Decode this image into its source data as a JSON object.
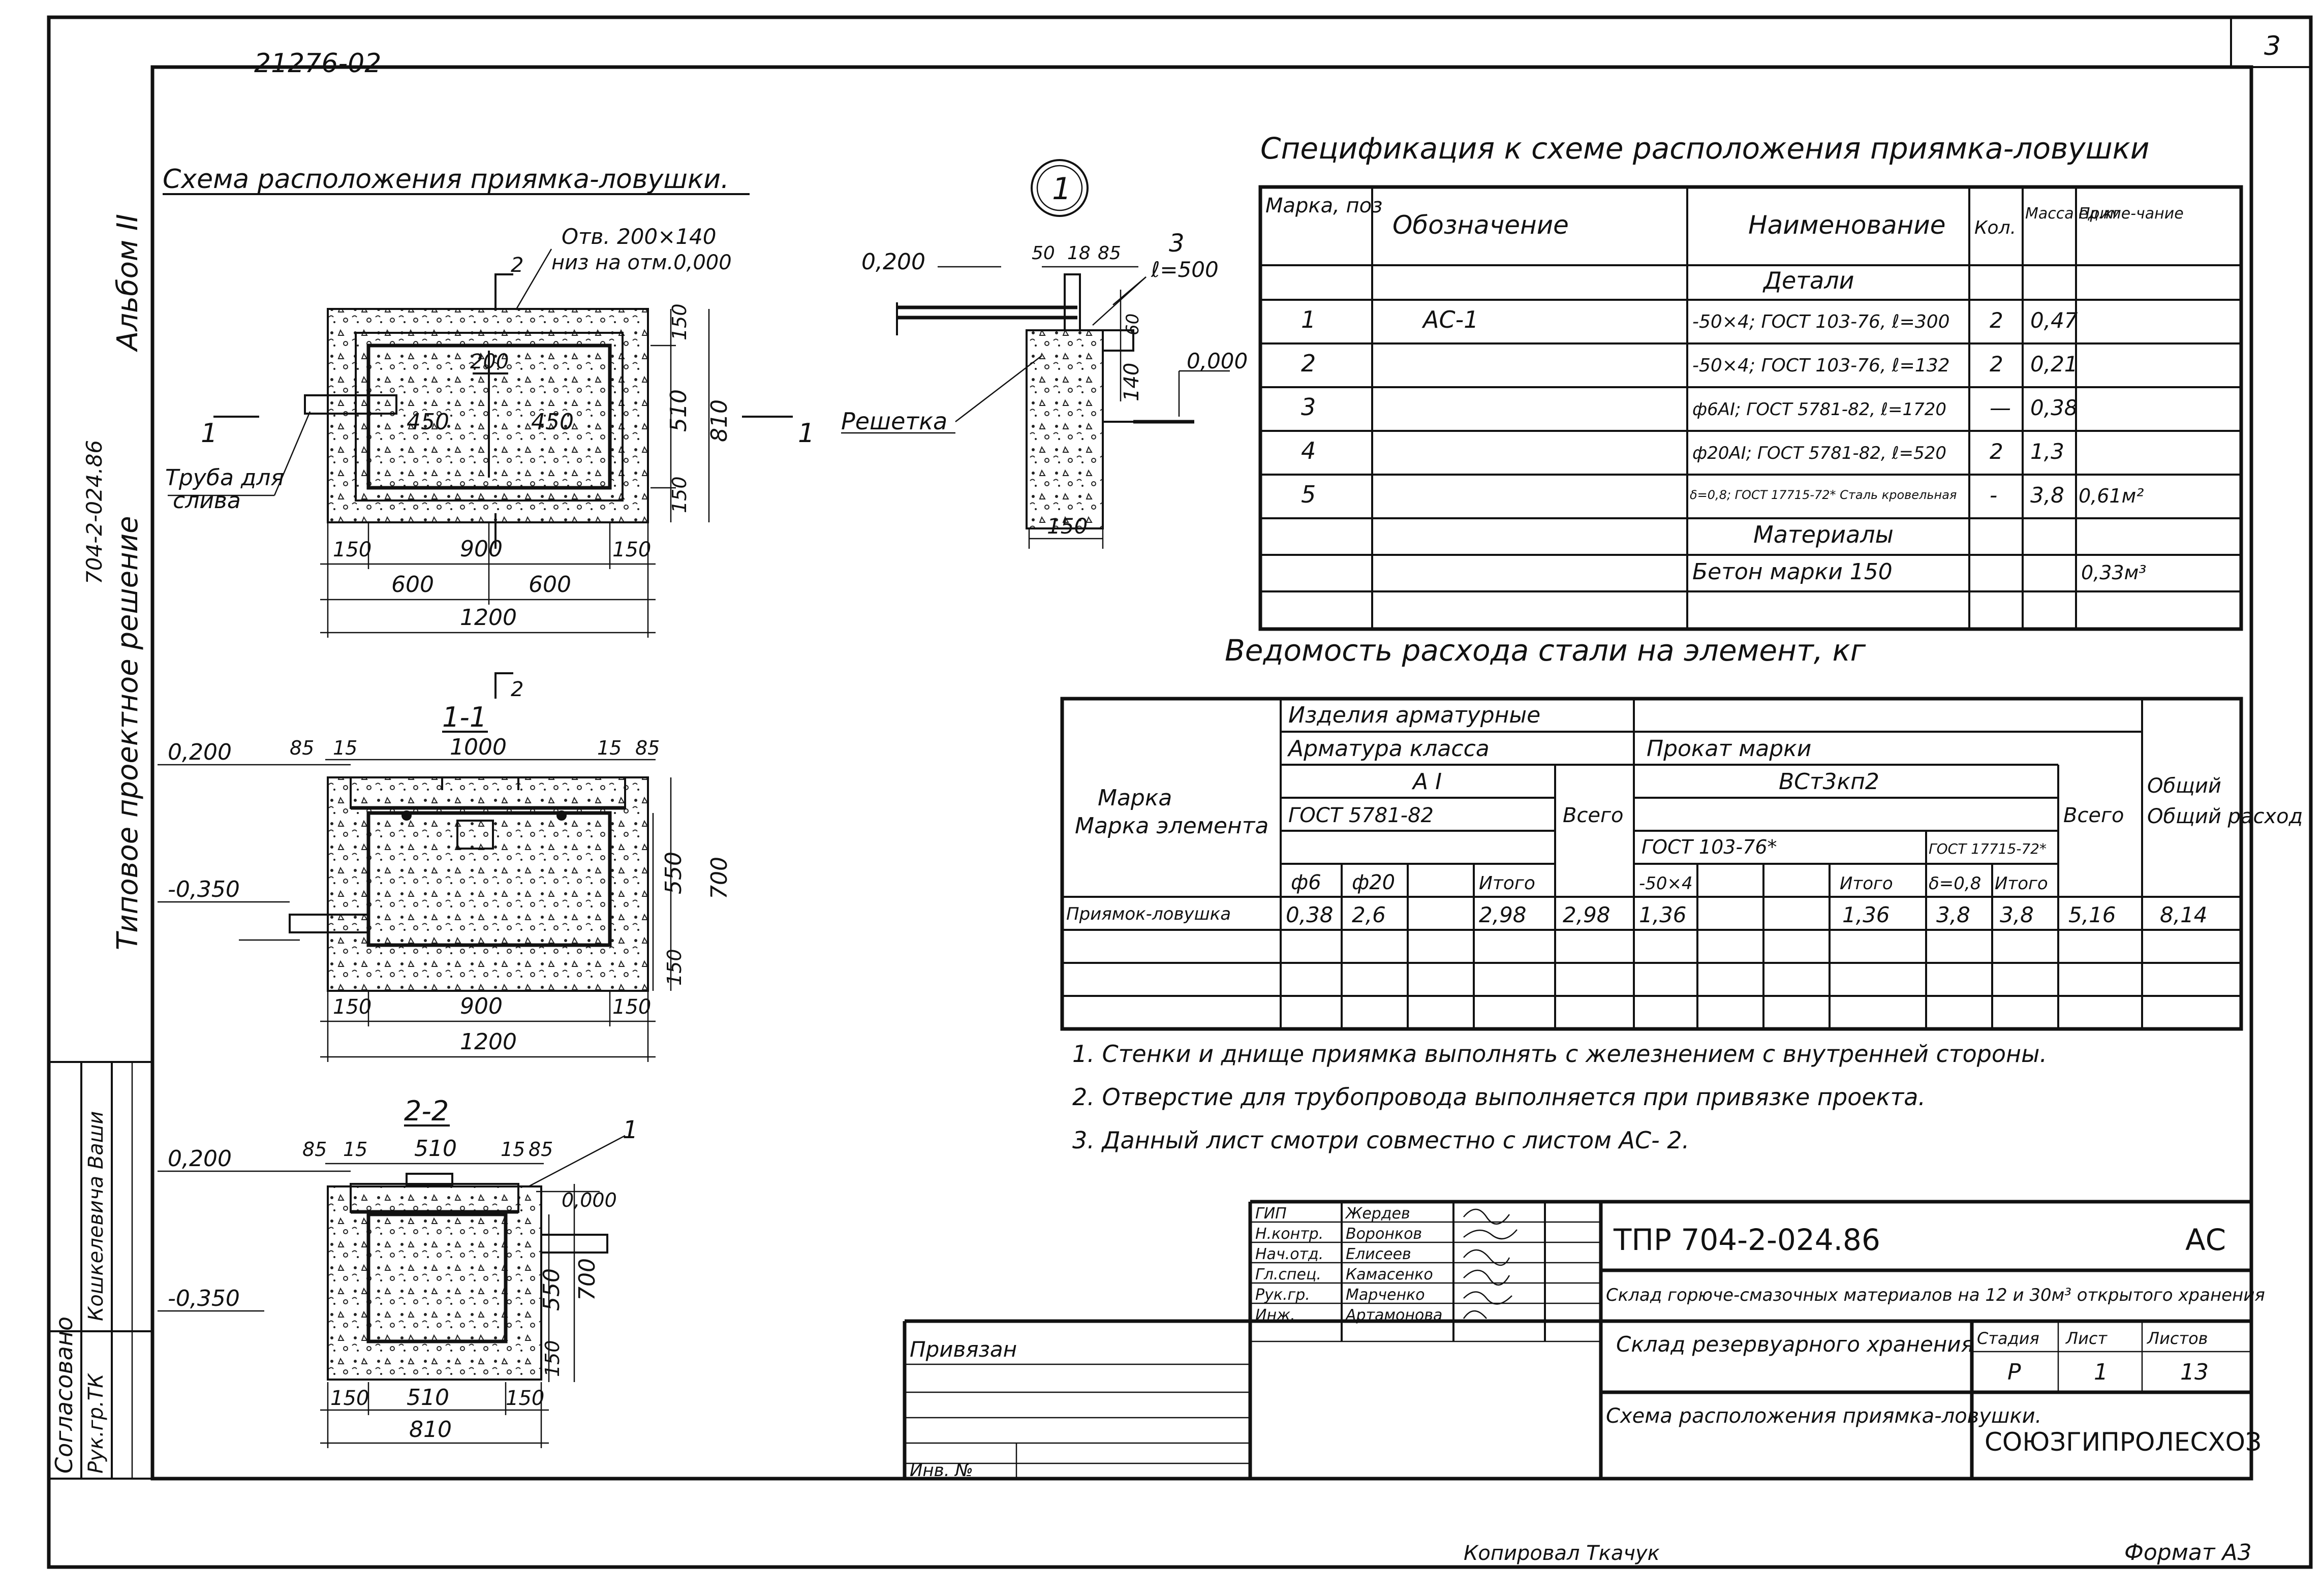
{
  "sheet": {
    "number": "3",
    "doc_code": "21276-02",
    "side_album": "Альбом II",
    "side_code": "704-2-024.86",
    "side_title": "Типовое проектное решение",
    "agreed": "Согласовано",
    "agreed_role": "Рук.гр.ТК",
    "agreed_name": "Кошкелевича Ваши",
    "copied": "Копировал Ткачук",
    "format": "Формат А3"
  },
  "plan": {
    "title": "Схема расположения приямка-ловушки.",
    "hole_note_1": "Отв. 200×140",
    "hole_note_2": "низ на отм.0,000",
    "cut_2": "2",
    "cut_1": "1",
    "pipe_label_1": "Труба для",
    "pipe_label_2": "слива",
    "d200": "200",
    "d450a": "450",
    "d450b": "450",
    "d150r": "150",
    "d510": "510",
    "d150rb": "150",
    "d810": "810",
    "d150a": "150",
    "d900": "900",
    "d150b": "150",
    "d600a": "600",
    "d600b": "600",
    "d1200": "1200"
  },
  "node": {
    "id": "1",
    "lvl_200": "0,200",
    "lvl_000": "0,000",
    "d50": "50",
    "d18": "18",
    "d85": "85",
    "pos3": "3",
    "l500": "ℓ=500",
    "d60": "60",
    "d140": "140",
    "d150": "150",
    "grate": "Решетка"
  },
  "section11": {
    "title": "1-1",
    "lvl_200": "0,200",
    "lvl_350": "-0,350",
    "d85a": "85",
    "d15a": "15",
    "d1000": "1000",
    "d15b": "15",
    "d85b": "85",
    "d550": "550",
    "d700": "700",
    "d150r": "150",
    "d150a": "150",
    "d900": "900",
    "d150b": "150",
    "d1200": "1200",
    "cut2": "2"
  },
  "section22": {
    "title": "2-2",
    "lvl_200": "0,200",
    "lvl_350": "-0,350",
    "lvl_000": "0,000",
    "pos1": "1",
    "d85a": "85",
    "d15a": "15",
    "d510": "510",
    "d15b": "15",
    "d85b": "85",
    "d550": "550",
    "d700": "700",
    "d150r": "150",
    "d150a": "150",
    "d510b": "510",
    "d150b": "150",
    "d810": "810"
  },
  "spec": {
    "title": "Спецификация к схеме расположения приямка-ловушки",
    "headers": [
      "Марка, поз",
      "Обозначение",
      "Наименование",
      "Кол.",
      "Масса ед.кг",
      "Приме-чание"
    ],
    "group_parts": "Детали",
    "group_materials": "Материалы",
    "rows": [
      {
        "pos": "1",
        "code": "АС-1",
        "name": "-50×4; ГОСТ 103-76, ℓ=300",
        "qty": "2",
        "mass": "0,47",
        "note": ""
      },
      {
        "pos": "2",
        "code": "",
        "name": "-50×4; ГОСТ 103-76, ℓ=132",
        "qty": "2",
        "mass": "0,21",
        "note": ""
      },
      {
        "pos": "3",
        "code": "",
        "name": "ф6АI; ГОСТ 5781-82, ℓ=1720",
        "qty": "—",
        "mass": "0,38",
        "note": ""
      },
      {
        "pos": "4",
        "code": "",
        "name": "ф20АI; ГОСТ 5781-82, ℓ=520",
        "qty": "2",
        "mass": "1,3",
        "note": ""
      },
      {
        "pos": "5",
        "code": "",
        "name": "δ=0,8; ГОСТ 17715-72* Сталь кровельная",
        "qty": "-",
        "mass": "3,8",
        "note": "0,61м²"
      }
    ],
    "material_row": {
      "name": "Бетон марки 150",
      "note": "0,33м³"
    }
  },
  "steel": {
    "title": "Ведомость расхода стали на элемент, кг",
    "h_mark": "Марка элемента",
    "h_items": "Изделия арматурные",
    "h_class": "Арматура класса",
    "h_ai": "А I",
    "h_gost_a": "ГОСТ 5781-82",
    "h_f6": "ф6",
    "h_f20": "ф20",
    "h_itogo_a": "Итого",
    "h_vsego_a": "Всего",
    "h_rolled": "Прокат марки",
    "h_vst": "ВСт3кп2",
    "h_gost_b": "ГОСТ 103-76*",
    "h_gost_c": "ГОСТ 17715-72*",
    "h_504": "-50×4",
    "h_itogo_b": "Итого",
    "h_d08": "δ=0,8",
    "h_itogo_c": "Итого",
    "h_vsego_b": "Всего",
    "h_total": "Общий расход",
    "row": {
      "name": "Приямок-ловушка",
      "f6": "0,38",
      "f20": "2,6",
      "itogo_a": "2,98",
      "vsego_a": "2,98",
      "s504": "1,36",
      "itogo_b": "1,36",
      "d08": "3,8",
      "itogo_c": "3,8",
      "vsego_b": "5,16",
      "total": "8,14"
    }
  },
  "notes": [
    "1. Стенки и днище приямка выполнять с железнением с внутренней стороны.",
    "2. Отверстие для трубопровода выполняется при привязке проекта.",
    "3. Данный лист смотри совместно с листом АС- 2."
  ],
  "stamp": {
    "privyazan": "Привязан",
    "inv": "Инв. №",
    "roles": [
      "ГИП",
      "Н.контр.",
      "Нач.отд.",
      "Гл.спец.",
      "Рук.гр.",
      "Инж."
    ],
    "names": [
      "Жердев",
      "Воронков",
      "Елисеев",
      "Камасенко",
      "Марченко",
      "Артамонова"
    ],
    "code": "ТПР 704-2-024.86",
    "mark": "АС",
    "project": "Склад горюче-смазочных материалов на 12 и 30м³ открытого хранения",
    "object": "Склад резервуарного хранения",
    "sheet_title": "Схема расположения приямка-ловушки.",
    "stage_label": "Стадия",
    "sheet_label": "Лист",
    "sheets_label": "Листов",
    "stage": "Р",
    "sheet": "1",
    "sheets": "13",
    "org": "СОЮЗГИПРОЛЕСХОЗ"
  }
}
